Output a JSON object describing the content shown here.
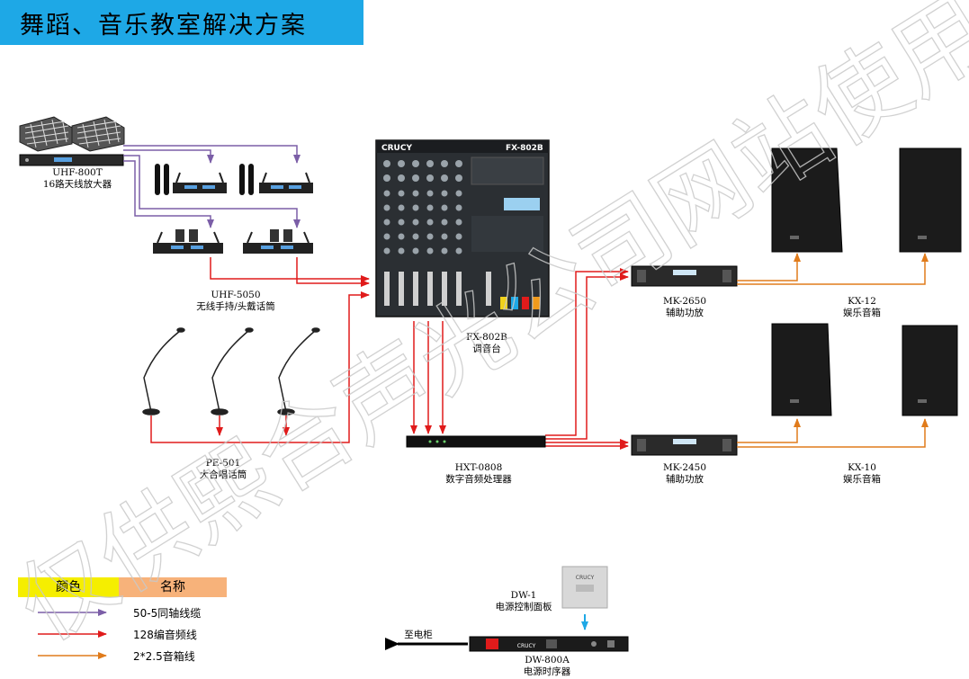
{
  "title": "舞蹈、音乐教室解决方案",
  "devices": {
    "antenna": {
      "model": "UHF-800T",
      "desc": "16路天线放大器"
    },
    "wireless": {
      "model": "UHF-5050",
      "desc": "无线手持/头戴话筒"
    },
    "gooseneck": {
      "model": "PE-501",
      "desc": "大合唱话筒"
    },
    "mixer": {
      "model": "FX-802B",
      "desc": "调音台",
      "brand": "CRUCY",
      "panel_model": "FX-802B"
    },
    "processor": {
      "model": "HXT-0808",
      "desc": "数字音频处理器"
    },
    "amp1": {
      "model": "MK-2650",
      "desc": "辅助功放"
    },
    "amp2": {
      "model": "MK-2450",
      "desc": "辅助功放"
    },
    "spk1": {
      "model": "KX-12",
      "desc": "娱乐音箱"
    },
    "spk2": {
      "model": "KX-10",
      "desc": "娱乐音箱"
    },
    "panel": {
      "model": "DW-1",
      "desc": "电源控制面板"
    },
    "sequencer": {
      "model": "DW-800A",
      "desc": "电源时序器",
      "brand": "CRUCY"
    },
    "cabinet": {
      "label": "至电柜"
    }
  },
  "legend": {
    "color_header": "颜色",
    "name_header": "名称",
    "items": [
      {
        "name": "50-5同轴线缆",
        "color": "#7b5ea7"
      },
      {
        "name": "128编音频线",
        "color": "#e01b1b"
      },
      {
        "name": "2*2.5音箱线",
        "color": "#e07b1b"
      }
    ]
  },
  "watermark": "仅供熙合声光公司网站使用",
  "colors": {
    "title_bg": "#1ea8e6",
    "coax": "#7b5ea7",
    "audio": "#e01b1b",
    "speaker": "#e07b1b",
    "legend_color_bg": "#f5ee00",
    "legend_name_bg": "#f7b27a"
  }
}
